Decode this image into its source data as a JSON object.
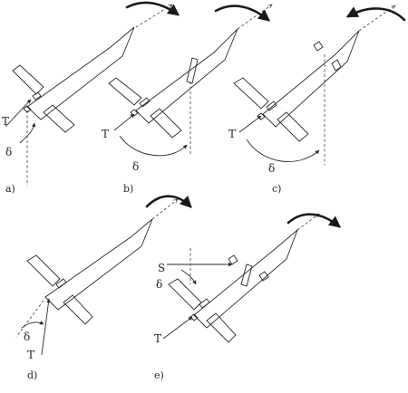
{
  "figure": {
    "panels": [
      {
        "label": "a)",
        "thrust": "T",
        "angle": "δ"
      },
      {
        "label": "b)",
        "thrust": "T",
        "angle": "δ"
      },
      {
        "label": "c)",
        "thrust": "T",
        "angle": "δ"
      },
      {
        "label": "d)",
        "thrust": "T",
        "angle": "δ"
      },
      {
        "label": "e)",
        "thrust": "T",
        "angle": "δ",
        "side_force": "S"
      }
    ]
  }
}
